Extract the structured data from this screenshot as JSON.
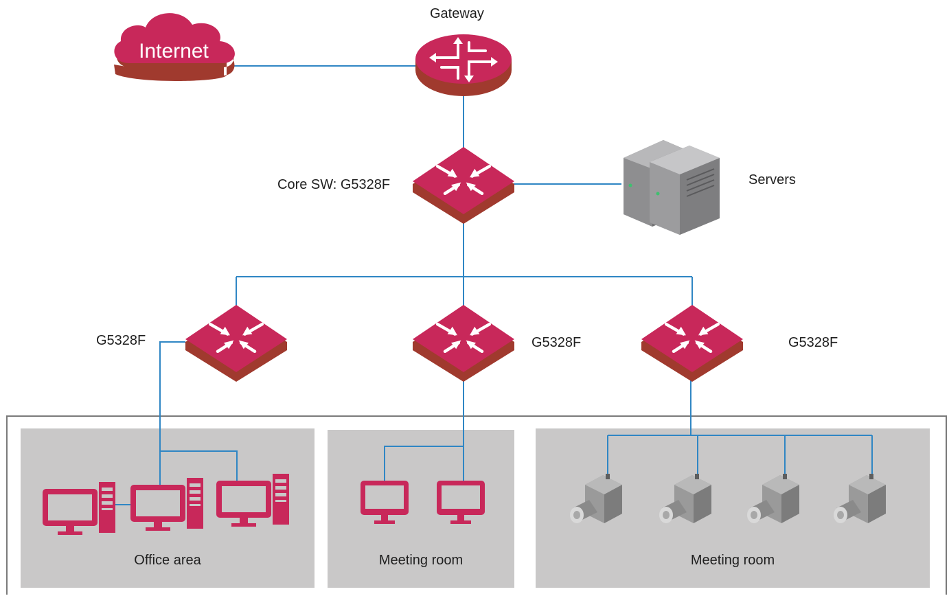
{
  "colors": {
    "device": "#c8285a",
    "device_dark": "#a03a2e",
    "link": "#2f86c4",
    "zone": "#c9c8c8",
    "frame": "#7a7a7a",
    "server": "#8e8e90"
  },
  "nodes": {
    "internet": {
      "label": "Internet",
      "icon": "cloud-icon"
    },
    "gateway": {
      "label": "Gateway",
      "icon": "router-icon"
    },
    "core_switch": {
      "label": "Core SW: G5328F",
      "icon": "switch-icon"
    },
    "servers": {
      "label": "Servers",
      "icon": "server-icon"
    },
    "access_switches": [
      {
        "label": "G5328F",
        "icon": "switch-icon"
      },
      {
        "label": "G5328F",
        "icon": "switch-icon"
      },
      {
        "label": "G5328F",
        "icon": "switch-icon"
      }
    ]
  },
  "areas": [
    {
      "label": "Office area",
      "device_icon": "desktop-pc-icon",
      "device_count": 3
    },
    {
      "label": "Meeting room",
      "device_icon": "monitor-icon",
      "device_count": 2
    },
    {
      "label": "Meeting room",
      "device_icon": "camera-icon",
      "device_count": 4
    }
  ]
}
